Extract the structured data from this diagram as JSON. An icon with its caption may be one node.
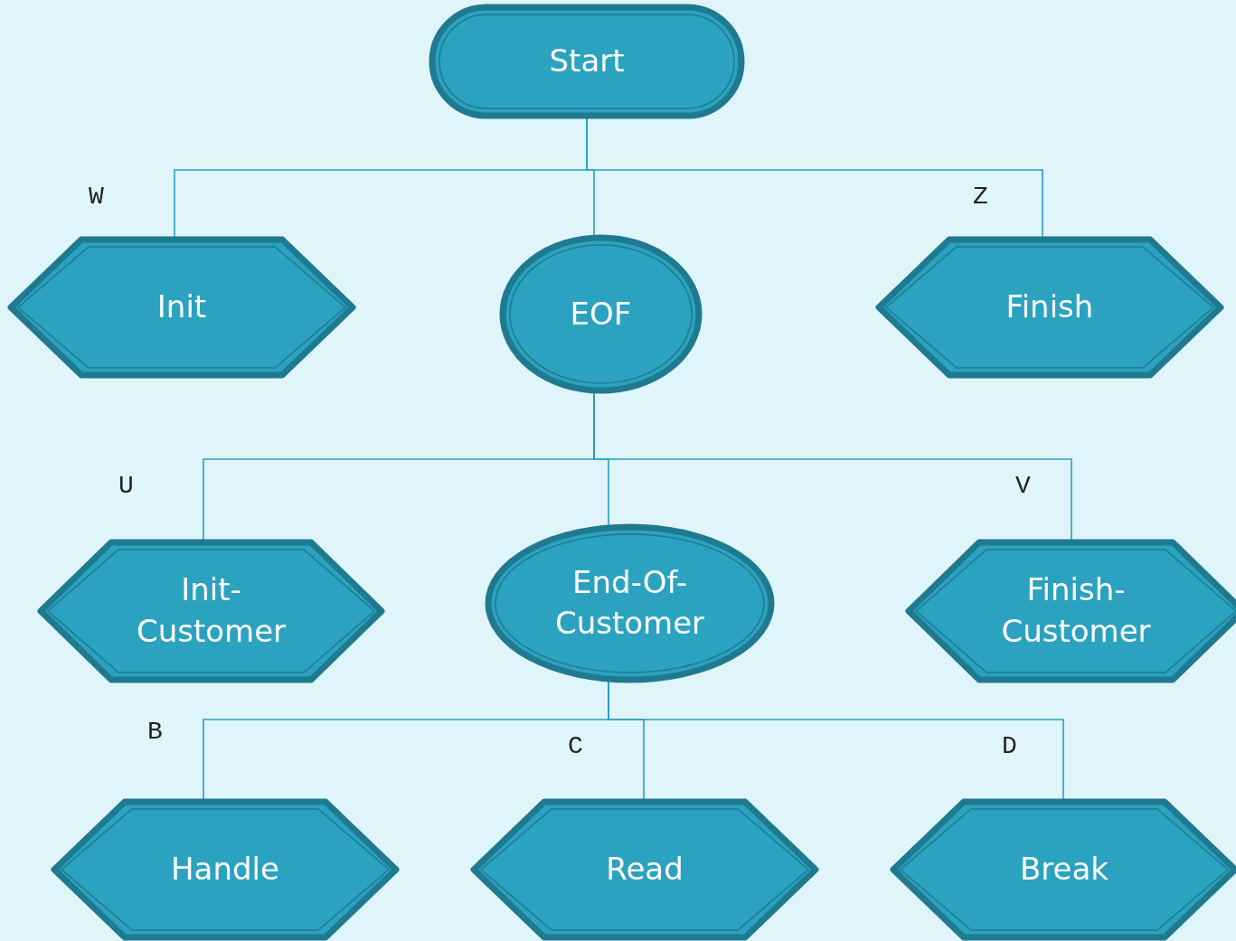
{
  "diagram": {
    "nodes": [
      {
        "text": [
          "Start"
        ]
      },
      {
        "text": [
          "Init"
        ],
        "beside": [
          "W"
        ]
      },
      {
        "text": [
          "EOF"
        ]
      },
      {
        "text": [
          "Finish"
        ],
        "beside": [
          "Z"
        ]
      },
      {
        "text": [
          "Init-Customer"
        ],
        "beside": [
          "U"
        ]
      },
      {
        "text": [
          "End-Of-Customer"
        ]
      },
      {
        "text": [
          "Finish-Customer"
        ],
        "beside": [
          "V"
        ]
      },
      {
        "text": [
          "Handle"
        ],
        "beside": [
          "B"
        ]
      },
      {
        "text": [
          "Read"
        ],
        "beside": [
          "C"
        ]
      },
      {
        "text": [
          "Break"
        ],
        "beside": [
          "D"
        ]
      }
    ],
    "edges": [
      {
        "from": 0,
        "to": 1,
        "arrow": "none"
      },
      {
        "from": 0,
        "to": 2,
        "arrow": "none"
      },
      {
        "from": 0,
        "to": 3,
        "arrow": "none"
      },
      {
        "from": 2,
        "to": 4,
        "arrow": "none"
      },
      {
        "from": 2,
        "to": 5,
        "arrow": "none"
      },
      {
        "from": 2,
        "to": 6,
        "arrow": "none"
      },
      {
        "from": 5,
        "to": 7,
        "arrow": "none"
      },
      {
        "from": 5,
        "to": 8,
        "arrow": "none"
      },
      {
        "from": 5,
        "to": 9,
        "arrow": "none"
      }
    ]
  }
}
